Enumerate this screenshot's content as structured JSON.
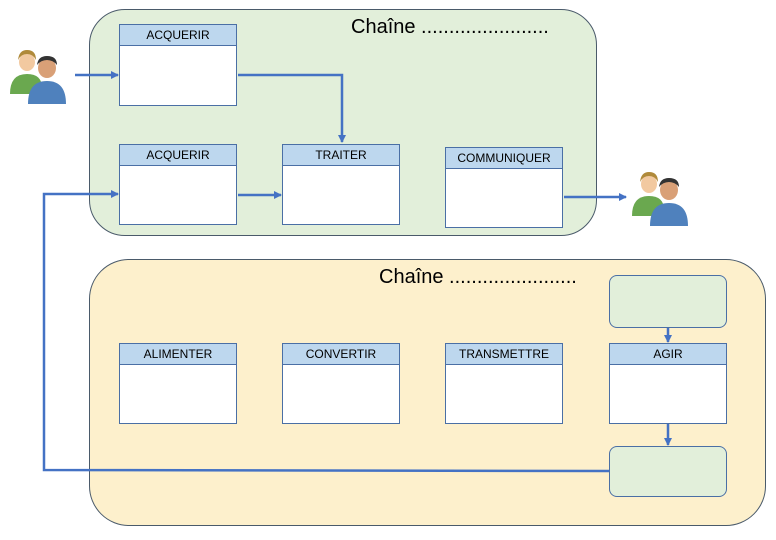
{
  "chain_info": {
    "title": "Chaîne .......................",
    "blocks": {
      "acquerir_top": "ACQUERIR",
      "acquerir_bottom": "ACQUERIR",
      "traiter": "TRAITER",
      "communiquer": "COMMUNIQUER"
    }
  },
  "chain_energy": {
    "title": "Chaîne .......................",
    "blocks": {
      "alimenter": "ALIMENTER",
      "convertir": "CONVERTIR",
      "transmettre": "TRANSMETTRE",
      "agir": "AGIR"
    }
  },
  "colors": {
    "info_bg": "#e2efda",
    "energy_bg": "#fdf0cc",
    "block_header": "#bdd7ee",
    "arrow": "#4472c4"
  },
  "icons": [
    "users-icon-left",
    "users-icon-right"
  ]
}
